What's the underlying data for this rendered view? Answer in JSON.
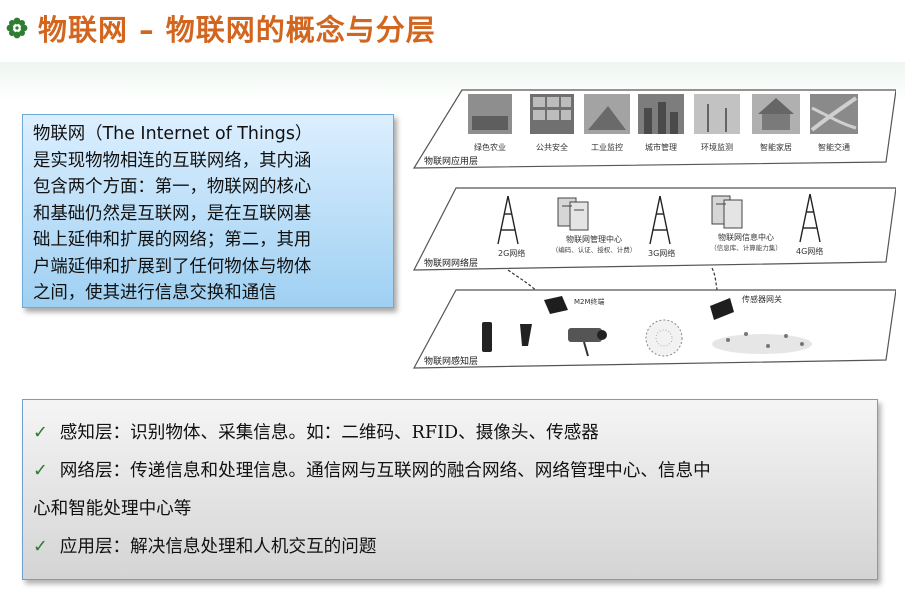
{
  "header": {
    "title": "物联网 – 物联网的概念与分层",
    "bullet_icon": "flower-icon",
    "colors": {
      "title": "#d2661e",
      "bullet": "#2e7d32"
    }
  },
  "definition": {
    "lines": [
      "物联网（The Internet of Things）",
      "是实现物物相连的互联网络，其内涵",
      "包含两个方面：第一，物联网的核心",
      "和基础仍然是互联网，是在互联网基",
      "础上延伸和扩展的网络；第二，其用",
      "户端延伸和扩展到了任何物体与物体",
      "之间，使其进行信息交换和通信"
    ]
  },
  "diagram": {
    "application_layer": {
      "label": "物联网应用层",
      "items": [
        "绿色农业",
        "公共安全",
        "工业监控",
        "城市管理",
        "环境监测",
        "智能家居",
        "智能交通"
      ]
    },
    "network_layer": {
      "label": "物联网网络层",
      "tower_2g": "2G网络",
      "center_1": "物联网管理中心",
      "center_1_sub": "（编码、认证、授权、计费）",
      "tower_3g": "3G网络",
      "center_2": "物联网信息中心",
      "center_2_sub": "（信息库、计算能力集）",
      "tower_4g": "4G网络"
    },
    "perception_layer": {
      "label": "物联网感知层",
      "m2m": "M2M终端",
      "gateway": "传感器网关"
    }
  },
  "layers": {
    "check_icon": "check-icon",
    "items": [
      {
        "text": "感知层：识别物体、采集信息。如：二维码、RFID、摄像头、传感器"
      },
      {
        "text": "网络层：传递信息和处理信息。通信网与互联网的融合网络、网络管理中心、信息中",
        "cont": "心和智能处理中心等"
      },
      {
        "text": "应用层：解决信息处理和人机交互的问题"
      }
    ]
  }
}
